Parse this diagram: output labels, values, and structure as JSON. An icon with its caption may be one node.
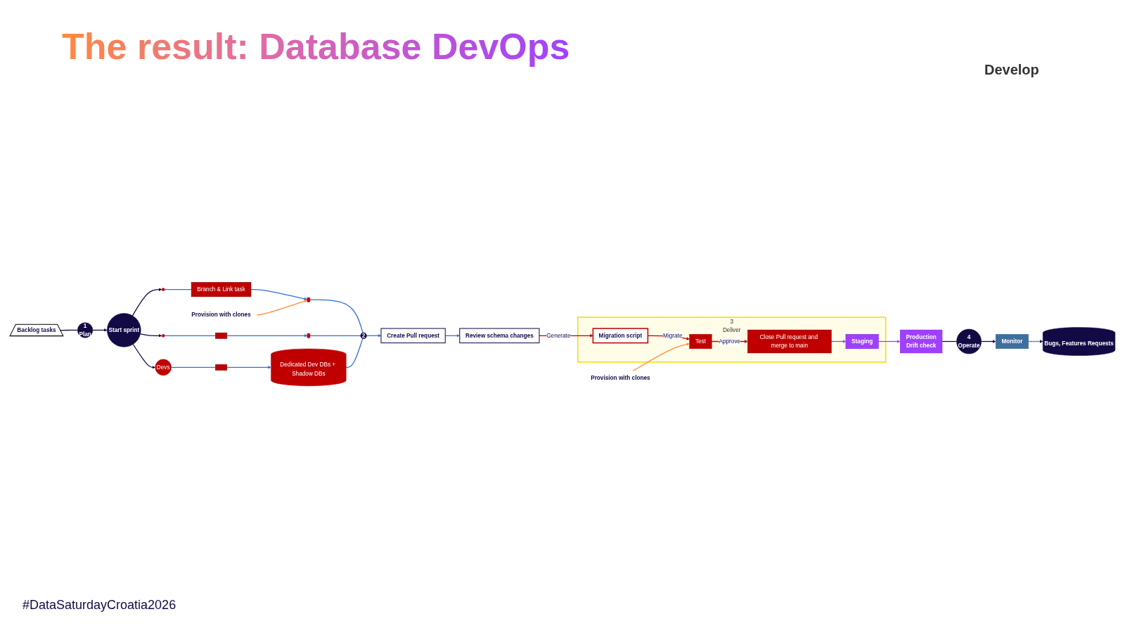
{
  "diagram": {
    "title": "The result: Database DevOps",
    "nodes": [
      {
        "text": [
          "Start sprint"
        ]
      },
      {
        "text": [],
        "shape": "person"
      },
      {
        "text": [],
        "shape": "person"
      },
      {
        "text": [
          "Devs"
        ]
      },
      {
        "text": [
          "Branch & Link task"
        ]
      },
      {
        "text": [],
        "shape": "folder"
      },
      {
        "text": [],
        "shape": "folder"
      },
      {
        "text": [
          "Provision with clones"
        ]
      },
      {
        "text": [],
        "shape": "cylinder"
      },
      {
        "text": [],
        "shape": "cylinder"
      },
      {
        "text": [
          "Dedicated Dev DBs + Shadow DBs"
        ]
      },
      {
        "text": [
          "2"
        ]
      },
      {
        "text": [
          "Create Pull request"
        ]
      },
      {
        "text": [
          "Review schema changes"
        ]
      },
      {
        "text": [
          "3",
          "Deliver"
        ]
      },
      {
        "text": [
          "Migration script"
        ],
        "in": 14
      },
      {
        "text": [
          "Test"
        ],
        "in": 14
      },
      {
        "text": [
          "Close Pull request and merge to main"
        ],
        "in": 14
      },
      {
        "text": [
          "Staging"
        ],
        "in": 14
      },
      {
        "text": [
          "Provision with clones"
        ]
      },
      {
        "text": [
          "Production",
          "Drift check"
        ]
      },
      {
        "text": [
          "4",
          "Operate"
        ]
      },
      {
        "text": [
          "Monitor"
        ]
      },
      {
        "text": [
          "1",
          "Plan"
        ]
      },
      {
        "text": [
          "Backlog tasks"
        ]
      },
      {
        "text": [
          "Bugs, Features Requests"
        ]
      }
    ],
    "edges": [
      {
        "from": 24,
        "to": 23,
        "arrow": "none",
        "color": "#120a45"
      },
      {
        "from": 23,
        "to": 0,
        "arrow": "to",
        "color": "#120a45"
      },
      {
        "from": 0,
        "to": 1,
        "arrow": "to",
        "color": "#120a45"
      },
      {
        "from": 0,
        "to": 2,
        "arrow": "to",
        "color": "#120a45"
      },
      {
        "from": 0,
        "to": 3,
        "arrow": "to",
        "color": "#120a45"
      },
      {
        "from": 1,
        "to": 4,
        "arrow": "none"
      },
      {
        "from": 2,
        "to": 5,
        "arrow": "none"
      },
      {
        "from": 3,
        "to": 6,
        "arrow": "none"
      },
      {
        "from": 4,
        "to": 8,
        "arrow": "to"
      },
      {
        "from": 5,
        "to": 9,
        "arrow": "to"
      },
      {
        "from": 6,
        "to": 10,
        "arrow": "to"
      },
      {
        "from": 7,
        "to": 8,
        "arrow": "to",
        "color": "#ff8c38"
      },
      {
        "from": 8,
        "to": 11,
        "arrow": "none"
      },
      {
        "from": 9,
        "to": 11,
        "arrow": "none"
      },
      {
        "from": 10,
        "to": 11,
        "arrow": "none"
      },
      {
        "from": 11,
        "to": 12,
        "arrow": "to"
      },
      {
        "from": 12,
        "to": 13,
        "arrow": "to"
      },
      {
        "from": 13,
        "to": 15,
        "arrow": "to",
        "label": "Generate",
        "color": "#c00000"
      },
      {
        "from": 15,
        "to": 16,
        "arrow": "to",
        "label": "Migrate",
        "color": "#c00000"
      },
      {
        "from": 16,
        "to": 17,
        "arrow": "to",
        "label": "Approve",
        "color": "#c00000"
      },
      {
        "from": 19,
        "to": 16,
        "arrow": "to",
        "color": "#ff8c38"
      },
      {
        "from": 17,
        "to": 18,
        "arrow": "to",
        "color": "#a040ff"
      },
      {
        "from": 18,
        "to": 20,
        "arrow": "to",
        "color": "#a040ff"
      },
      {
        "from": 20,
        "to": 21,
        "arrow": "none",
        "color": "#120a45"
      },
      {
        "from": 21,
        "to": 22,
        "arrow": "to",
        "color": "#120a45"
      },
      {
        "from": 22,
        "to": 25,
        "arrow": "to",
        "style": "dashed",
        "color": "#120a45"
      }
    ],
    "labels": [
      "Develop",
      "#DataSaturdayCroatia2026"
    ]
  }
}
